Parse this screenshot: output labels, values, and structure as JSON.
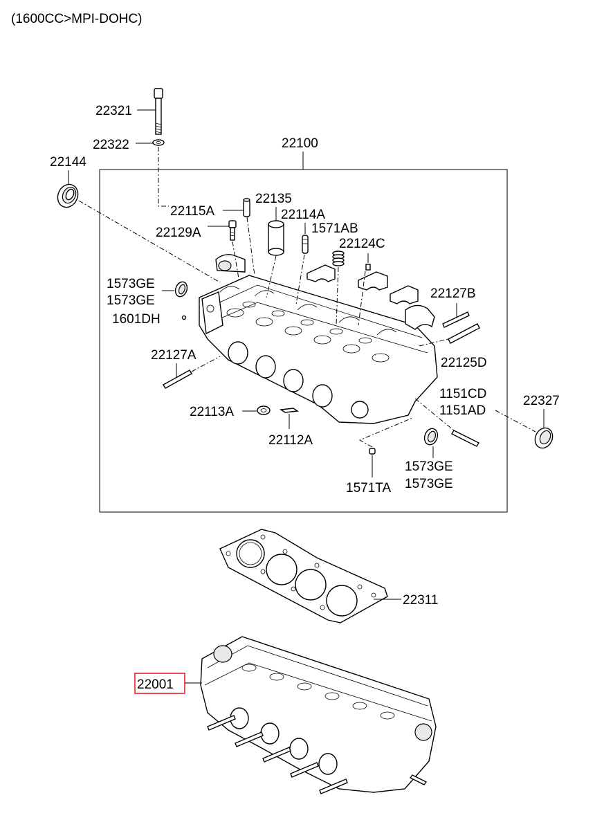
{
  "header": {
    "engine_variant": "(1600CC>MPI-DOHC)"
  },
  "labels": {
    "p22321": "22321",
    "p22322": "22322",
    "p22100": "22100",
    "p22144": "22144",
    "p22135": "22135",
    "p22115A": "22115A",
    "p22114A": "22114A",
    "p22129A": "22129A",
    "p1571AB": "1571AB",
    "p22124C": "22124C",
    "p1573GE_a": "1573GE",
    "p1573GE_b": "1573GE",
    "p1601DH": "1601DH",
    "p22127B": "22127B",
    "p22127A": "22127A",
    "p22125D": "22125D",
    "p1151CD": "1151CD",
    "p22327": "22327",
    "p1151AD": "1151AD",
    "p22113A": "22113A",
    "p22112A": "22112A",
    "p1573GE_c": "1573GE",
    "p1573GE_d": "1573GE",
    "p1571TA": "1571TA",
    "p22311": "22311",
    "p22001": "22001"
  },
  "highlight": {
    "part": "22001",
    "color": "#e8141b"
  }
}
